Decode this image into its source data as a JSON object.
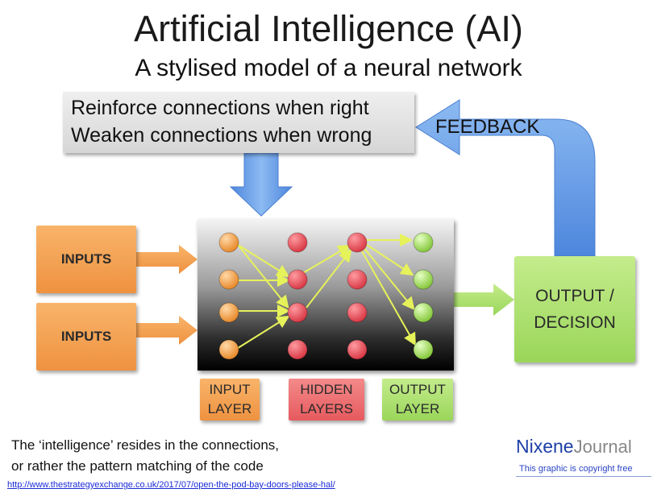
{
  "title": "Artificial Intelligence (AI)",
  "subtitle": "A stylised model of a neural network",
  "rule_box": {
    "line1": "Reinforce connections when right",
    "line2": "Weaken connections when wrong"
  },
  "feedback_label": "FEEDBACK",
  "inputs": [
    "INPUTS",
    "INPUTS"
  ],
  "layers": {
    "input": "INPUT\nLAYER",
    "hidden": "HIDDEN\nLAYERS",
    "output": "OUTPUT\nLAYER"
  },
  "output_box": "OUTPUT /\nDECISION",
  "caption": {
    "line1": "The ‘intelligence’ resides in the connections,",
    "line2": "or rather the pattern matching of the code"
  },
  "link": "http://www.thestrategyexchange.co.uk/2017/07/open-the-pod-bay-doors-please-hal/",
  "brand": {
    "part1": "Nixene",
    "part2": "Journal"
  },
  "copyright": "This graphic is copyright free",
  "colors": {
    "input_node": "#f5a04a",
    "hidden_node": "#e8505a",
    "output_node": "#9ad64e",
    "arrow_blue": "#6a9fe6",
    "connection": "#e6f25a"
  }
}
